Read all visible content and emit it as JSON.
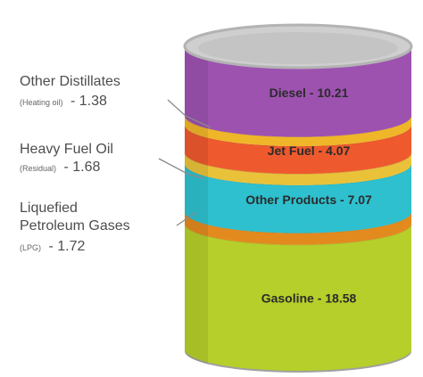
{
  "chart_data": {
    "type": "bar",
    "title": "",
    "unit": "",
    "segments": [
      {
        "name": "Gasoline",
        "value": 18.58,
        "label": "Gasoline - 18.58",
        "color": "#b6cf2a"
      },
      {
        "name": "Liquefied Petroleum Gases",
        "note": "(LPG)",
        "value": 1.72,
        "label": "1.72",
        "color": "#e38a1f"
      },
      {
        "name": "Other Products",
        "value": 7.07,
        "label": "Other Products - 7.07",
        "color": "#2ec0cf"
      },
      {
        "name": "Heavy Fuel Oil",
        "note": "(Residual)",
        "value": 1.68,
        "label": "1.68",
        "color": "#e9c23a"
      },
      {
        "name": "Jet Fuel",
        "value": 4.07,
        "label": "Jet Fuel - 4.07",
        "color": "#ee5a2e"
      },
      {
        "name": "Other Distillates",
        "note": "(Heating oil)",
        "value": 1.38,
        "label": "1.38",
        "color": "#f0b62a"
      },
      {
        "name": "Diesel",
        "value": 10.21,
        "label": "Diesel - 10.21",
        "color": "#9d52b0"
      }
    ]
  },
  "callouts": [
    {
      "line1": "Other Distillates",
      "sub": "(Heating oil)",
      "value": "- 1.38"
    },
    {
      "line1": "Heavy Fuel Oil",
      "sub": "(Residual)",
      "value": "- 1.68"
    },
    {
      "line1": "Liquefied",
      "line2": "Petroleum Gases",
      "sub": "(LPG)",
      "value": "- 1.72"
    }
  ],
  "colors": {
    "lid": "#cfcfcf",
    "lid_rim": "#b3b3b3",
    "bottom_rim": "#a0a0a0"
  }
}
